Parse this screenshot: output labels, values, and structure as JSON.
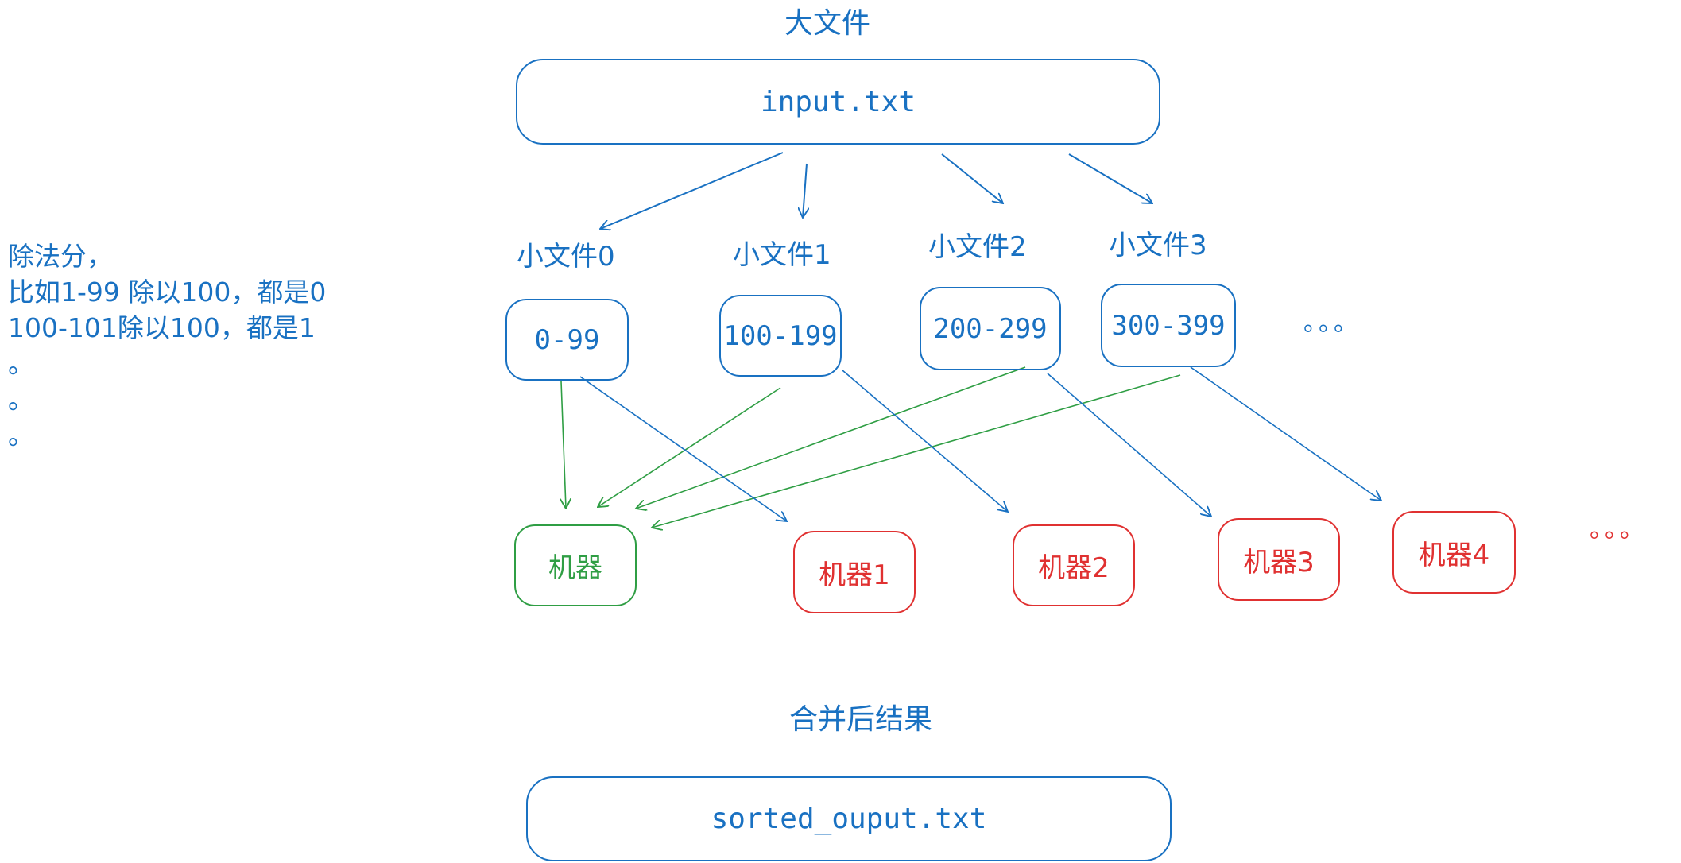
{
  "diagram": {
    "title_top": "大文件",
    "input_box": "input.txt",
    "small_files": [
      "小文件0",
      "小文件1",
      "小文件2",
      "小文件3"
    ],
    "ranges": [
      "0-99",
      "100-199",
      "200-299",
      "300-399"
    ],
    "range_ellipsis": "。。。",
    "machines": [
      "机器",
      "机器1",
      "机器2",
      "机器3",
      "机器4"
    ],
    "machine_ellipsis": "。。。",
    "merge_label": "合并后结果",
    "output_box": "sorted_ouput.txt",
    "note_lines": [
      "除法分，",
      "比如1-99 除以100，都是0",
      "100-101除以100，都是1",
      "。",
      "。",
      "。"
    ],
    "colors": {
      "blue": "#1971c2",
      "red": "#e03131",
      "green": "#2f9e44"
    }
  }
}
